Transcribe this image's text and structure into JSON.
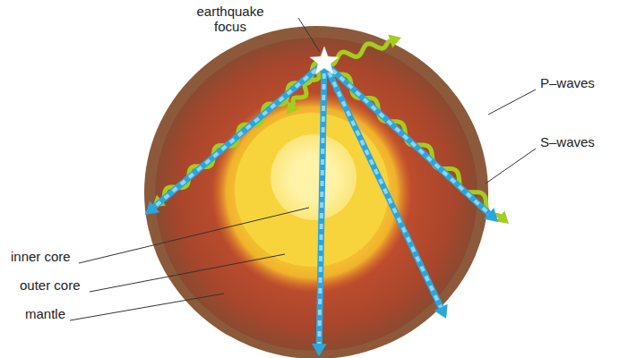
{
  "diagram": {
    "labels": [
      "earthquake focus",
      "P–waves",
      "S–waves",
      "inner core",
      "outer core",
      "mantle"
    ]
  }
}
